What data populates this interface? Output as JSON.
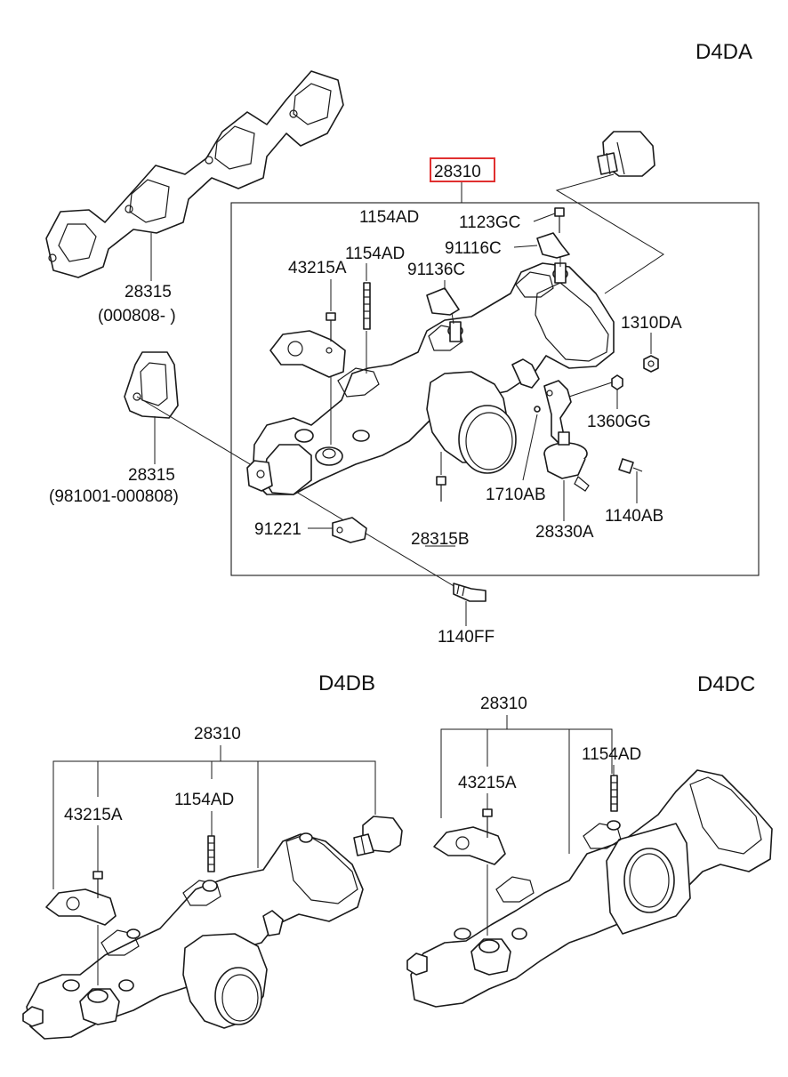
{
  "sections": {
    "d4da": {
      "title": "D4DA"
    },
    "d4db": {
      "title": "D4DB"
    },
    "d4dc": {
      "title": "D4DC"
    }
  },
  "highlight_color": "#e03030",
  "labels": {
    "d4da_28310": "28310",
    "d4da_1154ad_top": "1154AD",
    "d4da_1123gc": "1123GC",
    "d4da_91116c": "91116C",
    "d4da_1154ad": "1154AD",
    "d4da_43215a": "43215A",
    "d4da_91136c": "91136C",
    "d4da_1310da": "1310DA",
    "d4da_1360gg": "1360GG",
    "d4da_1710ab": "1710AB",
    "d4da_1140ab": "1140AB",
    "d4da_28330a": "28330A",
    "d4da_28315b": "28315B",
    "d4da_91221": "91221",
    "d4da_1140ff": "1140FF",
    "gasket_a_number": "28315",
    "gasket_a_range": "(000808- )",
    "gasket_b_number": "28315",
    "gasket_b_range": "(981001-000808)",
    "d4db_28310": "28310",
    "d4db_43215a": "43215A",
    "d4db_1154ad": "1154AD",
    "d4dc_28310": "28310",
    "d4dc_43215a": "43215A",
    "d4dc_1154ad": "1154AD"
  }
}
